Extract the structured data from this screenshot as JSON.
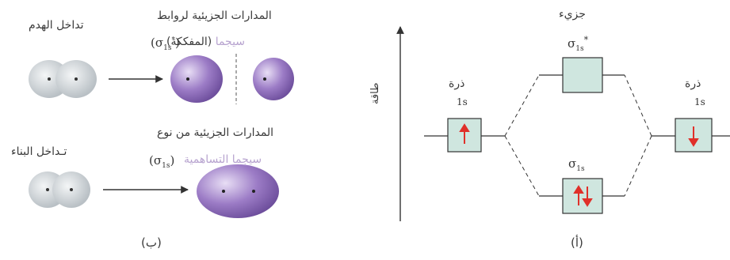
{
  "panel_b": {
    "antibonding_overlap_label": "تداخل الهدم",
    "antibonding_title": "المدارات الجزيئية لروابط",
    "antibonding_subtitle": "سيجما (المفككة)",
    "antibonding_symbol": "(σ*1s)",
    "bonding_overlap_label": "تـداخل البناء",
    "bonding_title": "المدارات الجزيئية من نوع",
    "bonding_subtitle": "سيجما التساهمية",
    "bonding_symbol": "(σ1s)",
    "panel_label": "(ب)"
  },
  "panel_a": {
    "molecule_label": "جزيء",
    "sigma_star_label": "σ*1s",
    "sigma_label": "σ1s",
    "atom_left_label": "ذرة",
    "atom_right_label": "ذرة",
    "orbital_left_label": "1s",
    "orbital_right_label": "1s",
    "energy_axis_label": "طاقة",
    "panel_label": "(أ)"
  },
  "colors": {
    "orbital_box_fill": "#cfe6df",
    "electron_arrow": "#e0302a",
    "lobe_purple": "#8c6ab8",
    "atom_gray": "#c9cfd3"
  }
}
